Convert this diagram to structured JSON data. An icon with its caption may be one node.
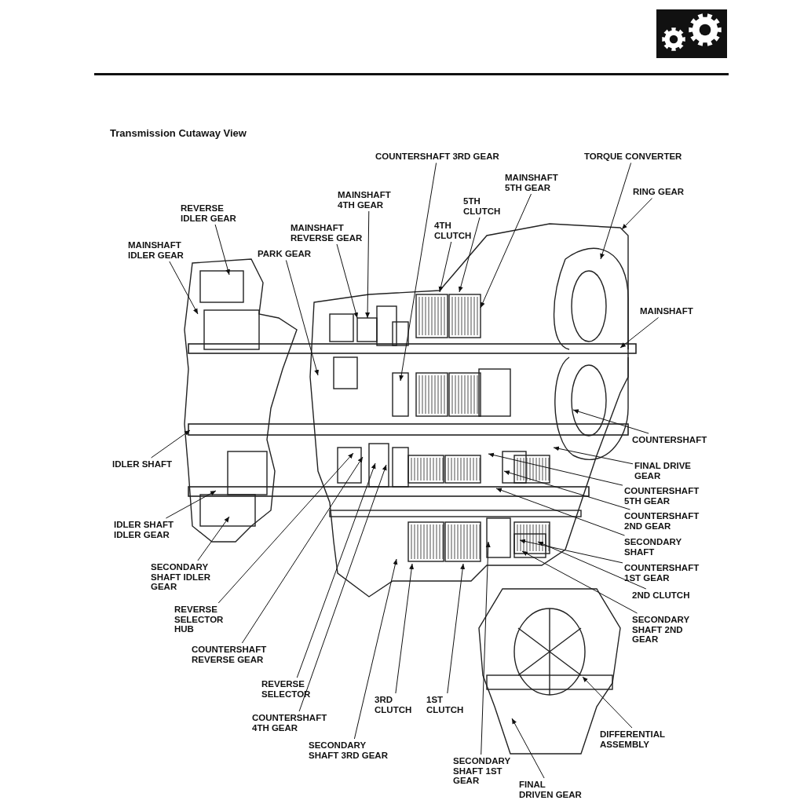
{
  "diagram": {
    "title": "Transmission Cutaway View",
    "nodes": [
      {
        "text": [
          "COUNTERSHAFT 3RD GEAR"
        ]
      },
      {
        "text": [
          "TORQUE CONVERTER"
        ]
      },
      {
        "text": [
          "MAINSHAFT 5TH GEAR"
        ]
      },
      {
        "text": [
          "RING GEAR"
        ]
      },
      {
        "text": [
          "MAINSHAFT 4TH GEAR"
        ]
      },
      {
        "text": [
          "5TH CLUTCH"
        ]
      },
      {
        "text": [
          "REVERSE IDLER GEAR"
        ]
      },
      {
        "text": [
          "4TH CLUTCH"
        ]
      },
      {
        "text": [
          "MAINSHAFT REVERSE GEAR"
        ]
      },
      {
        "text": [
          "MAINSHAFT IDLER GEAR"
        ]
      },
      {
        "text": [
          "PARK GEAR"
        ]
      },
      {
        "text": [
          "MAINSHAFT"
        ]
      },
      {
        "text": [
          "COUNTERSHAFT"
        ]
      },
      {
        "text": [
          "FINAL DRIVE GEAR"
        ]
      },
      {
        "text": [
          "IDLER SHAFT"
        ]
      },
      {
        "text": [
          "COUNTERSHAFT 5TH GEAR"
        ]
      },
      {
        "text": [
          "COUNTERSHAFT 2ND GEAR"
        ]
      },
      {
        "text": [
          "IDLER SHAFT IDLER GEAR"
        ]
      },
      {
        "text": [
          "SECONDARY SHAFT"
        ]
      },
      {
        "text": [
          "SECONDARY SHAFT IDLER GEAR"
        ]
      },
      {
        "text": [
          "COUNTERSHAFT 1ST GEAR"
        ]
      },
      {
        "text": [
          "2ND CLUTCH"
        ]
      },
      {
        "text": [
          "REVERSE SELECTOR HUB"
        ]
      },
      {
        "text": [
          "SECONDARY SHAFT 2ND GEAR"
        ]
      },
      {
        "text": [
          "COUNTERSHAFT REVERSE GEAR"
        ]
      },
      {
        "text": [
          "REVERSE SELECTOR"
        ]
      },
      {
        "text": [
          "3RD CLUTCH"
        ]
      },
      {
        "text": [
          "1ST CLUTCH"
        ]
      },
      {
        "text": [
          "COUNTERSHAFT 4TH GEAR"
        ]
      },
      {
        "text": [
          "SECONDARY SHAFT 3RD GEAR"
        ]
      },
      {
        "text": [
          "DIFFERENTIAL ASSEMBLY"
        ]
      },
      {
        "text": [
          "SECONDARY SHAFT 1ST GEAR"
        ]
      },
      {
        "text": [
          "FINAL DRIVEN GEAR"
        ]
      }
    ],
    "edges": [
      {
        "from": 0,
        "to": null,
        "arrow": "to"
      },
      {
        "from": 1,
        "to": null,
        "arrow": "to"
      },
      {
        "from": 2,
        "to": null,
        "arrow": "to"
      },
      {
        "from": 3,
        "to": null,
        "arrow": "to"
      },
      {
        "from": 4,
        "to": null,
        "arrow": "to"
      },
      {
        "from": 5,
        "to": null,
        "arrow": "to"
      },
      {
        "from": 6,
        "to": null,
        "arrow": "to"
      },
      {
        "from": 7,
        "to": null,
        "arrow": "to"
      },
      {
        "from": 8,
        "to": null,
        "arrow": "to"
      },
      {
        "from": 9,
        "to": null,
        "arrow": "to"
      },
      {
        "from": 10,
        "to": null,
        "arrow": "to"
      },
      {
        "from": 11,
        "to": null,
        "arrow": "to"
      },
      {
        "from": 12,
        "to": null,
        "arrow": "to"
      },
      {
        "from": 13,
        "to": null,
        "arrow": "to"
      },
      {
        "from": 14,
        "to": null,
        "arrow": "to"
      },
      {
        "from": 15,
        "to": null,
        "arrow": "to"
      },
      {
        "from": 16,
        "to": null,
        "arrow": "to"
      },
      {
        "from": 17,
        "to": null,
        "arrow": "to"
      },
      {
        "from": 18,
        "to": null,
        "arrow": "to"
      },
      {
        "from": 19,
        "to": null,
        "arrow": "to"
      },
      {
        "from": 20,
        "to": null,
        "arrow": "to"
      },
      {
        "from": 21,
        "to": null,
        "arrow": "to"
      },
      {
        "from": 22,
        "to": null,
        "arrow": "to"
      },
      {
        "from": 23,
        "to": null,
        "arrow": "to"
      },
      {
        "from": 24,
        "to": null,
        "arrow": "to"
      },
      {
        "from": 25,
        "to": null,
        "arrow": "to"
      },
      {
        "from": 26,
        "to": null,
        "arrow": "to"
      },
      {
        "from": 27,
        "to": null,
        "arrow": "to"
      },
      {
        "from": 28,
        "to": null,
        "arrow": "to"
      },
      {
        "from": 29,
        "to": null,
        "arrow": "to"
      },
      {
        "from": 30,
        "to": null,
        "arrow": "to"
      },
      {
        "from": 31,
        "to": null,
        "arrow": "to"
      },
      {
        "from": 32,
        "to": null,
        "arrow": "to"
      }
    ]
  }
}
